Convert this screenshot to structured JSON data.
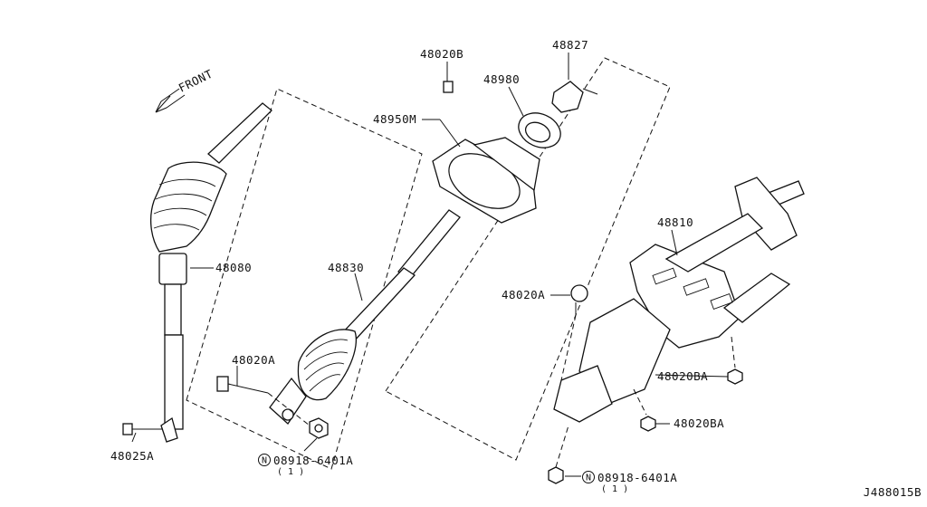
{
  "direction_label": "FRONT",
  "diagram_code": "J488015B",
  "parts": {
    "p48020B": "48020B",
    "p48827": "48827",
    "p48980": "48980",
    "p48950M": "48950M",
    "p48810": "48810",
    "p48080": "48080",
    "p48830": "48830",
    "p48020A_left": "48020A",
    "p48020A_right": "48020A",
    "p48020BA_upper": "48020BA",
    "p48020BA_lower": "48020BA",
    "p48025A": "48025A",
    "nut_left": "08918-6401A",
    "nut_left_qty": "( 1 )",
    "nut_right": "08918-6401A",
    "nut_right_qty": "( 1 )",
    "nut_symbol": "N"
  }
}
